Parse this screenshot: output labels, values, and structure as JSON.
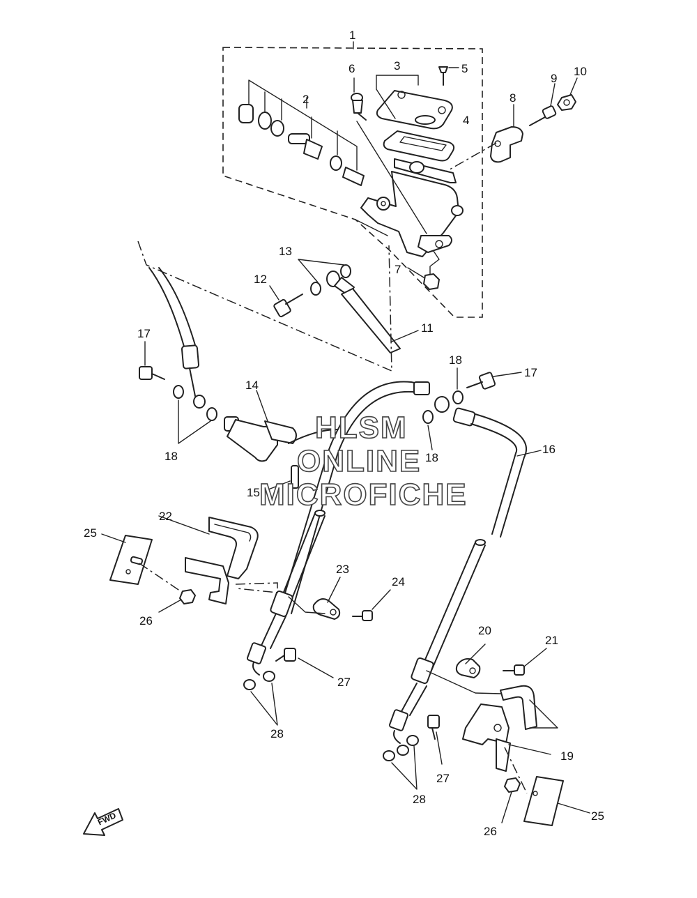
{
  "watermark": [
    "HLSM",
    "ONLINE",
    "MICROFICHE"
  ],
  "direction_label": "FWD",
  "callouts": {
    "c1": "1",
    "c2": "2",
    "c3": "3",
    "c4": "4",
    "c5": "5",
    "c6": "6",
    "c7": "7",
    "c8": "8",
    "c9": "9",
    "c10": "10",
    "c11": "11",
    "c12": "12",
    "c13": "13",
    "c14": "14",
    "c15": "15",
    "c16": "16",
    "c17a": "17",
    "c17b": "17",
    "c18a": "18",
    "c18b": "18",
    "c18c": "18",
    "c19": "19",
    "c20": "20",
    "c21": "21",
    "c22": "22",
    "c23": "23",
    "c24": "24",
    "c25a": "25",
    "c25b": "25",
    "c26a": "26",
    "c26b": "26",
    "c27a": "27",
    "c27b": "27",
    "c28a": "28",
    "c28b": "28"
  }
}
